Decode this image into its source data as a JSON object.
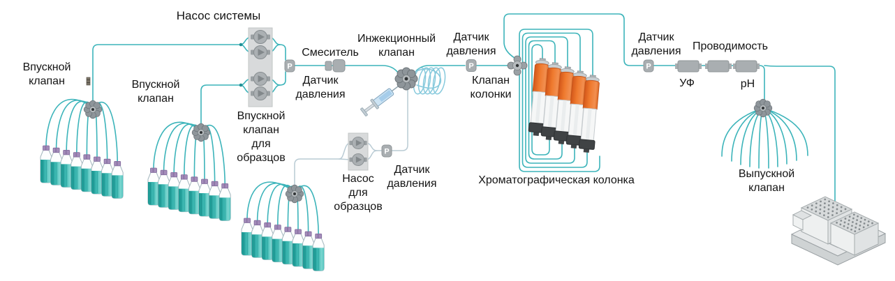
{
  "labels": {
    "system_pump": "Насос системы",
    "inlet_valve_1": "Впускной клапан",
    "inlet_valve_2": "Впускной клапан",
    "sample_inlet_valve": "Впускной клапан для образцов",
    "mixer": "Смеситель",
    "pressure_sensor_system": "Датчик давления",
    "injection_valve": "Инжекционный клапан",
    "pressure_sensor_precolumn": "Датчик давления",
    "column_valve": "Клапан колонки",
    "sample_pump": "Насос для образцов",
    "pressure_sensor_sample": "Датчик давления",
    "chromatography_column": "Хроматографическая колонка",
    "pressure_sensor_postcolumn": "Датчик давления",
    "uv": "УФ",
    "conductivity": "Проводимость",
    "ph": "pH",
    "outlet_valve": "Выпускной клапан"
  },
  "badges": {
    "pressure_letter": "P"
  },
  "colors": {
    "tubing": "#3cb4ba",
    "tubing_light": "#b9cbd4",
    "loop_coil": "#86c9dc",
    "column_orange": "#e8651c",
    "bottle_liquid": "#2fae9f",
    "bottle_cap": "#a48cba",
    "component_gray": "#a9aeb1",
    "text": "#141414"
  }
}
